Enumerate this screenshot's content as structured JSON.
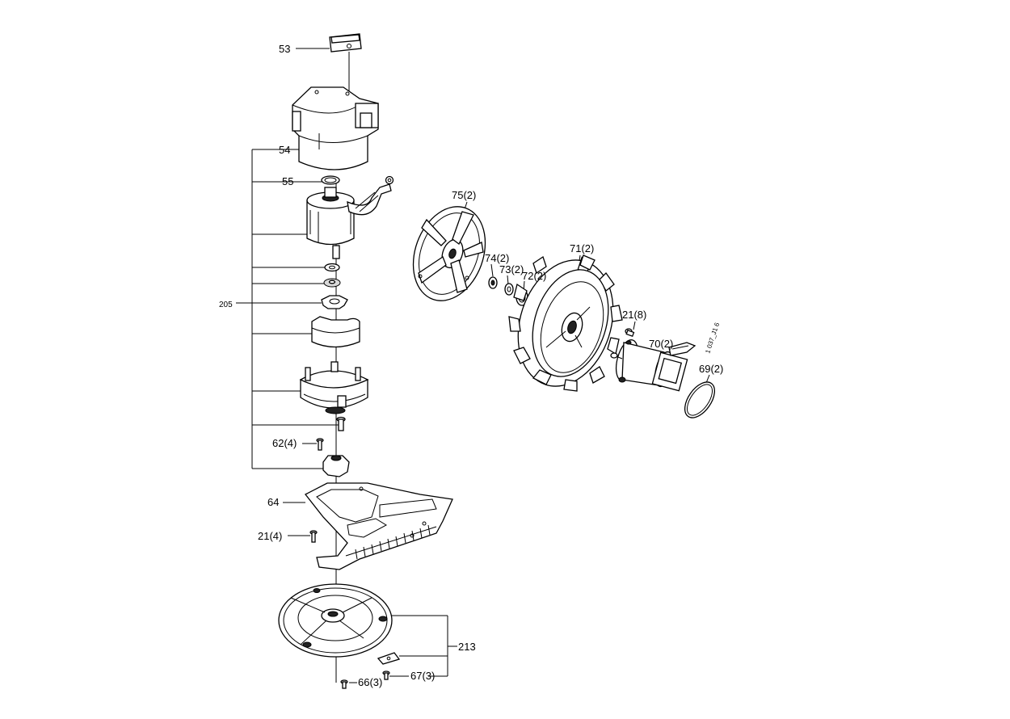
{
  "labels": {
    "p53": "53",
    "p54": "54",
    "p55": "55",
    "p205": "205",
    "p62": "62(4)",
    "p64": "64",
    "p21a": "21(4)",
    "p213": "213",
    "p66": "66(3)",
    "p67": "67(3)",
    "p75": "75(2)",
    "p74": "74(2)",
    "p73": "73(2)",
    "p72": "72(2)",
    "p71": "71(2)",
    "p21b": "21(8)",
    "p70": "70(2)",
    "p69": "69(2)",
    "code": "1 037_J1 6"
  }
}
